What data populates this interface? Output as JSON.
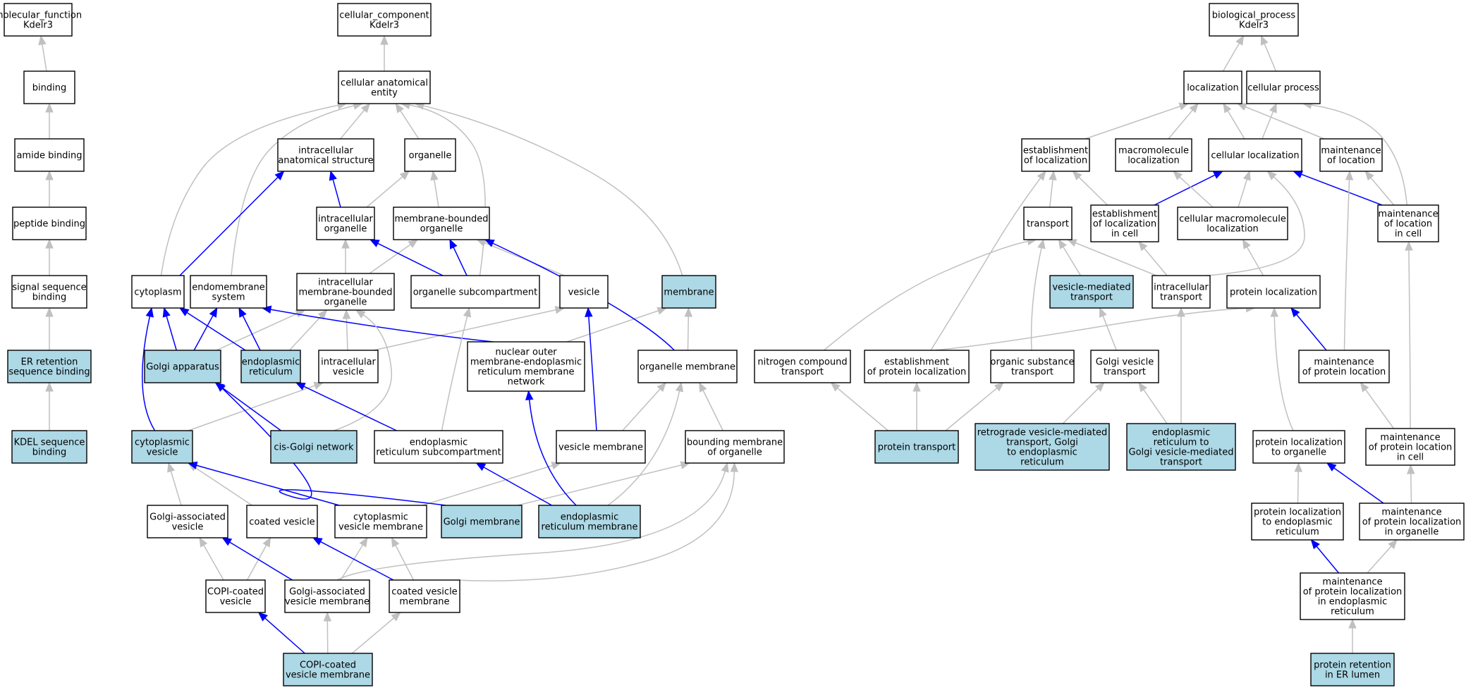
{
  "colors": {
    "node_fill": "#ffffff",
    "highlight_fill": "#add8e6",
    "is_a_edge": "#c0c0c0",
    "part_of_edge": "#0000ff"
  },
  "nodes": [
    {
      "id": "mf_root",
      "lines": [
        "molecular_function",
        "Kdelr3"
      ],
      "highlight": false
    },
    {
      "id": "binding",
      "lines": [
        "binding"
      ],
      "highlight": false
    },
    {
      "id": "amide_binding",
      "lines": [
        "amide binding"
      ],
      "highlight": false
    },
    {
      "id": "peptide_binding",
      "lines": [
        "peptide binding"
      ],
      "highlight": false
    },
    {
      "id": "signal_seq_binding",
      "lines": [
        "signal sequence",
        "binding"
      ],
      "highlight": false
    },
    {
      "id": "er_retention_binding",
      "lines": [
        "ER retention",
        "sequence binding"
      ],
      "highlight": true
    },
    {
      "id": "kdel_binding",
      "lines": [
        "KDEL sequence",
        "binding"
      ],
      "highlight": true
    },
    {
      "id": "cc_root",
      "lines": [
        "cellular_component",
        "Kdelr3"
      ],
      "highlight": false
    },
    {
      "id": "cae",
      "lines": [
        "cellular anatomical",
        "entity"
      ],
      "highlight": false
    },
    {
      "id": "ias",
      "lines": [
        "intracellular",
        "anatomical structure"
      ],
      "highlight": false
    },
    {
      "id": "organelle",
      "lines": [
        "organelle"
      ],
      "highlight": false
    },
    {
      "id": "intra_org",
      "lines": [
        "intracellular",
        "organelle"
      ],
      "highlight": false
    },
    {
      "id": "mbo",
      "lines": [
        "membrane-bounded",
        "organelle"
      ],
      "highlight": false
    },
    {
      "id": "cytoplasm",
      "lines": [
        "cytoplasm"
      ],
      "highlight": false
    },
    {
      "id": "endomem",
      "lines": [
        "endomembrane",
        "system"
      ],
      "highlight": false
    },
    {
      "id": "imbo",
      "lines": [
        "intracellular",
        "membrane-bounded",
        "organelle"
      ],
      "highlight": false
    },
    {
      "id": "org_subcomp",
      "lines": [
        "organelle subcompartment"
      ],
      "highlight": false
    },
    {
      "id": "vesicle",
      "lines": [
        "vesicle"
      ],
      "highlight": false
    },
    {
      "id": "membrane",
      "lines": [
        "membrane"
      ],
      "highlight": true
    },
    {
      "id": "golgi",
      "lines": [
        "Golgi apparatus"
      ],
      "highlight": true
    },
    {
      "id": "er",
      "lines": [
        "endoplasmic",
        "reticulum"
      ],
      "highlight": true
    },
    {
      "id": "intra_ves",
      "lines": [
        "intracellular",
        "vesicle"
      ],
      "highlight": false
    },
    {
      "id": "nuc_outer",
      "lines": [
        "nuclear outer",
        "membrane-endoplasmic",
        "reticulum membrane",
        "network"
      ],
      "highlight": false
    },
    {
      "id": "org_mem",
      "lines": [
        "organelle membrane"
      ],
      "highlight": false
    },
    {
      "id": "cyto_ves",
      "lines": [
        "cytoplasmic",
        "vesicle"
      ],
      "highlight": true
    },
    {
      "id": "cis_golgi",
      "lines": [
        "cis-Golgi network"
      ],
      "highlight": true
    },
    {
      "id": "er_subcomp",
      "lines": [
        "endoplasmic",
        "reticulum subcompartment"
      ],
      "highlight": false
    },
    {
      "id": "ves_mem",
      "lines": [
        "vesicle membrane"
      ],
      "highlight": false
    },
    {
      "id": "bound_mem",
      "lines": [
        "bounding membrane",
        "of organelle"
      ],
      "highlight": false
    },
    {
      "id": "golgi_assoc_ves",
      "lines": [
        "Golgi-associated",
        "vesicle"
      ],
      "highlight": false
    },
    {
      "id": "coated_ves",
      "lines": [
        "coated vesicle"
      ],
      "highlight": false
    },
    {
      "id": "cyto_ves_mem",
      "lines": [
        "cytoplasmic",
        "vesicle membrane"
      ],
      "highlight": false
    },
    {
      "id": "golgi_mem",
      "lines": [
        "Golgi membrane"
      ],
      "highlight": true
    },
    {
      "id": "er_mem",
      "lines": [
        "endoplasmic",
        "reticulum membrane"
      ],
      "highlight": true
    },
    {
      "id": "copi_ves",
      "lines": [
        "COPI-coated",
        "vesicle"
      ],
      "highlight": false
    },
    {
      "id": "golgi_assoc_ves_mem",
      "lines": [
        "Golgi-associated",
        "vesicle membrane"
      ],
      "highlight": false
    },
    {
      "id": "coated_ves_mem",
      "lines": [
        "coated vesicle",
        "membrane"
      ],
      "highlight": false
    },
    {
      "id": "copi_ves_mem",
      "lines": [
        "COPI-coated",
        "vesicle membrane"
      ],
      "highlight": true
    },
    {
      "id": "bp_root",
      "lines": [
        "biological_process",
        "Kdelr3"
      ],
      "highlight": false
    },
    {
      "id": "localization",
      "lines": [
        "localization"
      ],
      "highlight": false
    },
    {
      "id": "cell_proc",
      "lines": [
        "cellular process"
      ],
      "highlight": false
    },
    {
      "id": "est_loc",
      "lines": [
        "establishment",
        "of localization"
      ],
      "highlight": false
    },
    {
      "id": "macro_loc",
      "lines": [
        "macromolecule",
        "localization"
      ],
      "highlight": false
    },
    {
      "id": "cell_loc",
      "lines": [
        "cellular localization"
      ],
      "highlight": false
    },
    {
      "id": "maint_loc",
      "lines": [
        "maintenance",
        "of location"
      ],
      "highlight": false
    },
    {
      "id": "transport",
      "lines": [
        "transport"
      ],
      "highlight": false
    },
    {
      "id": "est_loc_cell",
      "lines": [
        "establishment",
        "of localization",
        "in cell"
      ],
      "highlight": false
    },
    {
      "id": "cell_macro_loc",
      "lines": [
        "cellular macromolecule",
        "localization"
      ],
      "highlight": false
    },
    {
      "id": "maint_loc_cell",
      "lines": [
        "maintenance",
        "of location",
        "in cell"
      ],
      "highlight": false
    },
    {
      "id": "ves_transport",
      "lines": [
        "vesicle-mediated",
        "transport"
      ],
      "highlight": true
    },
    {
      "id": "intra_transport",
      "lines": [
        "intracellular",
        "transport"
      ],
      "highlight": false
    },
    {
      "id": "prot_loc",
      "lines": [
        "protein localization"
      ],
      "highlight": false
    },
    {
      "id": "nitrogen_transport",
      "lines": [
        "nitrogen compound",
        "transport"
      ],
      "highlight": false
    },
    {
      "id": "est_prot_loc",
      "lines": [
        "establishment",
        "of protein localization"
      ],
      "highlight": false
    },
    {
      "id": "org_sub_transport",
      "lines": [
        "organic substance",
        "transport"
      ],
      "highlight": false
    },
    {
      "id": "golgi_ves_transport",
      "lines": [
        "Golgi vesicle",
        "transport"
      ],
      "highlight": false
    },
    {
      "id": "maint_prot_loc",
      "lines": [
        "maintenance",
        "of protein location"
      ],
      "highlight": false
    },
    {
      "id": "prot_transport",
      "lines": [
        "protein transport"
      ],
      "highlight": true
    },
    {
      "id": "retro_transport",
      "lines": [
        "retrograde vesicle-mediated",
        "transport, Golgi",
        "to endoplasmic",
        "reticulum"
      ],
      "highlight": true
    },
    {
      "id": "er_golgi_transport",
      "lines": [
        "endoplasmic",
        "reticulum to",
        "Golgi vesicle-mediated",
        "transport"
      ],
      "highlight": true
    },
    {
      "id": "prot_loc_org",
      "lines": [
        "protein localization",
        "to organelle"
      ],
      "highlight": false
    },
    {
      "id": "maint_prot_loc_cell",
      "lines": [
        "maintenance",
        "of protein location",
        "in cell"
      ],
      "highlight": false
    },
    {
      "id": "prot_loc_er",
      "lines": [
        "protein localization",
        "to endoplasmic",
        "reticulum"
      ],
      "highlight": false
    },
    {
      "id": "maint_prot_loc_org",
      "lines": [
        "maintenance",
        "of protein localization",
        "in organelle"
      ],
      "highlight": false
    },
    {
      "id": "maint_prot_loc_er",
      "lines": [
        "maintenance",
        "of protein localization",
        "in endoplasmic",
        "reticulum"
      ],
      "highlight": false
    },
    {
      "id": "prot_retention_er",
      "lines": [
        "protein retention",
        "in ER lumen"
      ],
      "highlight": true
    }
  ],
  "edges": [
    {
      "from": "binding",
      "to": "mf_root",
      "type": "is_a"
    },
    {
      "from": "amide_binding",
      "to": "binding",
      "type": "is_a"
    },
    {
      "from": "peptide_binding",
      "to": "amide_binding",
      "type": "is_a"
    },
    {
      "from": "signal_seq_binding",
      "to": "peptide_binding",
      "type": "is_a"
    },
    {
      "from": "er_retention_binding",
      "to": "signal_seq_binding",
      "type": "is_a"
    },
    {
      "from": "kdel_binding",
      "to": "er_retention_binding",
      "type": "is_a"
    },
    {
      "from": "cae",
      "to": "cc_root",
      "type": "is_a"
    },
    {
      "from": "ias",
      "to": "cae",
      "type": "is_a"
    },
    {
      "from": "organelle",
      "to": "cae",
      "type": "is_a"
    },
    {
      "from": "cytoplasm",
      "to": "cae",
      "type": "is_a"
    },
    {
      "from": "endomem",
      "to": "cae",
      "type": "is_a"
    },
    {
      "from": "org_subcomp",
      "to": "cae",
      "type": "is_a"
    },
    {
      "from": "membrane",
      "to": "cae",
      "type": "is_a"
    },
    {
      "from": "intra_org",
      "to": "organelle",
      "type": "is_a"
    },
    {
      "from": "intra_org",
      "to": "ias",
      "type": "part_of"
    },
    {
      "from": "mbo",
      "to": "organelle",
      "type": "is_a"
    },
    {
      "from": "cytoplasm",
      "to": "ias",
      "type": "part_of"
    },
    {
      "from": "imbo",
      "to": "intra_org",
      "type": "is_a"
    },
    {
      "from": "imbo",
      "to": "mbo",
      "type": "is_a"
    },
    {
      "from": "org_subcomp",
      "to": "intra_org",
      "type": "part_of"
    },
    {
      "from": "org_subcomp",
      "to": "mbo",
      "type": "part_of"
    },
    {
      "from": "vesicle",
      "to": "mbo",
      "type": "is_a"
    },
    {
      "from": "golgi",
      "to": "cytoplasm",
      "type": "part_of"
    },
    {
      "from": "golgi",
      "to": "endomem",
      "type": "part_of"
    },
    {
      "from": "golgi",
      "to": "imbo",
      "type": "is_a"
    },
    {
      "from": "er",
      "to": "cytoplasm",
      "type": "part_of"
    },
    {
      "from": "er",
      "to": "endomem",
      "type": "part_of"
    },
    {
      "from": "er",
      "to": "imbo",
      "type": "is_a"
    },
    {
      "from": "intra_ves",
      "to": "imbo",
      "type": "is_a"
    },
    {
      "from": "intra_ves",
      "to": "vesicle",
      "type": "is_a"
    },
    {
      "from": "nuc_outer",
      "to": "endomem",
      "type": "part_of"
    },
    {
      "from": "nuc_outer",
      "to": "membrane",
      "type": "is_a"
    },
    {
      "from": "org_mem",
      "to": "membrane",
      "type": "is_a"
    },
    {
      "from": "org_mem",
      "to": "mbo",
      "type": "part_of"
    },
    {
      "from": "cyto_ves",
      "to": "cytoplasm",
      "type": "part_of"
    },
    {
      "from": "cyto_ves",
      "to": "intra_ves",
      "type": "is_a"
    },
    {
      "from": "cis_golgi",
      "to": "golgi",
      "type": "part_of"
    },
    {
      "from": "cis_golgi",
      "to": "imbo",
      "type": "is_a"
    },
    {
      "from": "er_subcomp",
      "to": "er",
      "type": "part_of"
    },
    {
      "from": "er_subcomp",
      "to": "org_subcomp",
      "type": "is_a"
    },
    {
      "from": "ves_mem",
      "to": "vesicle",
      "type": "part_of"
    },
    {
      "from": "ves_mem",
      "to": "org_mem",
      "type": "is_a"
    },
    {
      "from": "bound_mem",
      "to": "org_mem",
      "type": "is_a"
    },
    {
      "from": "golgi_assoc_ves",
      "to": "cyto_ves",
      "type": "is_a"
    },
    {
      "from": "coated_ves",
      "to": "cyto_ves",
      "type": "is_a"
    },
    {
      "from": "cyto_ves_mem",
      "to": "cyto_ves",
      "type": "part_of"
    },
    {
      "from": "cyto_ves_mem",
      "to": "ves_mem",
      "type": "is_a"
    },
    {
      "from": "golgi_mem",
      "to": "golgi",
      "type": "part_of"
    },
    {
      "from": "golgi_mem",
      "to": "bound_mem",
      "type": "is_a"
    },
    {
      "from": "er_mem",
      "to": "er_subcomp",
      "type": "part_of"
    },
    {
      "from": "er_mem",
      "to": "nuc_outer",
      "type": "part_of"
    },
    {
      "from": "er_mem",
      "to": "org_mem",
      "type": "is_a"
    },
    {
      "from": "copi_ves",
      "to": "golgi_assoc_ves",
      "type": "is_a"
    },
    {
      "from": "copi_ves",
      "to": "coated_ves",
      "type": "is_a"
    },
    {
      "from": "golgi_assoc_ves_mem",
      "to": "golgi_assoc_ves",
      "type": "part_of"
    },
    {
      "from": "golgi_assoc_ves_mem",
      "to": "cyto_ves_mem",
      "type": "is_a"
    },
    {
      "from": "golgi_assoc_ves_mem",
      "to": "bound_mem",
      "type": "is_a"
    },
    {
      "from": "coated_ves_mem",
      "to": "coated_ves",
      "type": "part_of"
    },
    {
      "from": "coated_ves_mem",
      "to": "cyto_ves_mem",
      "type": "is_a"
    },
    {
      "from": "coated_ves_mem",
      "to": "bound_mem",
      "type": "is_a"
    },
    {
      "from": "copi_ves_mem",
      "to": "copi_ves",
      "type": "part_of"
    },
    {
      "from": "copi_ves_mem",
      "to": "golgi_assoc_ves_mem",
      "type": "is_a"
    },
    {
      "from": "copi_ves_mem",
      "to": "coated_ves_mem",
      "type": "is_a"
    },
    {
      "from": "localization",
      "to": "bp_root",
      "type": "is_a"
    },
    {
      "from": "cell_proc",
      "to": "bp_root",
      "type": "is_a"
    },
    {
      "from": "est_loc",
      "to": "localization",
      "type": "is_a"
    },
    {
      "from": "macro_loc",
      "to": "localization",
      "type": "is_a"
    },
    {
      "from": "cell_loc",
      "to": "localization",
      "type": "is_a"
    },
    {
      "from": "cell_loc",
      "to": "cell_proc",
      "type": "is_a"
    },
    {
      "from": "maint_loc",
      "to": "localization",
      "type": "is_a"
    },
    {
      "from": "transport",
      "to": "est_loc",
      "type": "is_a"
    },
    {
      "from": "est_loc_cell",
      "to": "est_loc",
      "type": "is_a"
    },
    {
      "from": "est_loc_cell",
      "to": "cell_loc",
      "type": "part_of"
    },
    {
      "from": "cell_macro_loc",
      "to": "macro_loc",
      "type": "is_a"
    },
    {
      "from": "cell_macro_loc",
      "to": "cell_loc",
      "type": "is_a"
    },
    {
      "from": "maint_loc_cell",
      "to": "maint_loc",
      "type": "is_a"
    },
    {
      "from": "maint_loc_cell",
      "to": "cell_loc",
      "type": "part_of"
    },
    {
      "from": "maint_loc_cell",
      "to": "cell_proc",
      "type": "is_a"
    },
    {
      "from": "ves_transport",
      "to": "transport",
      "type": "is_a"
    },
    {
      "from": "intra_transport",
      "to": "transport",
      "type": "is_a"
    },
    {
      "from": "intra_transport",
      "to": "est_loc_cell",
      "type": "is_a"
    },
    {
      "from": "intra_transport",
      "to": "cell_loc",
      "type": "is_a"
    },
    {
      "from": "prot_loc",
      "to": "cell_macro_loc",
      "type": "is_a"
    },
    {
      "from": "nitrogen_transport",
      "to": "transport",
      "type": "is_a"
    },
    {
      "from": "est_prot_loc",
      "to": "est_loc",
      "type": "is_a"
    },
    {
      "from": "est_prot_loc",
      "to": "prot_loc",
      "type": "is_a"
    },
    {
      "from": "org_sub_transport",
      "to": "transport",
      "type": "is_a"
    },
    {
      "from": "golgi_ves_transport",
      "to": "ves_transport",
      "type": "is_a"
    },
    {
      "from": "maint_prot_loc",
      "to": "maint_loc",
      "type": "is_a"
    },
    {
      "from": "maint_prot_loc",
      "to": "prot_loc",
      "type": "part_of"
    },
    {
      "from": "prot_transport",
      "to": "nitrogen_transport",
      "type": "is_a"
    },
    {
      "from": "prot_transport",
      "to": "est_prot_loc",
      "type": "is_a"
    },
    {
      "from": "prot_transport",
      "to": "org_sub_transport",
      "type": "is_a"
    },
    {
      "from": "retro_transport",
      "to": "golgi_ves_transport",
      "type": "is_a"
    },
    {
      "from": "er_golgi_transport",
      "to": "golgi_ves_transport",
      "type": "is_a"
    },
    {
      "from": "er_golgi_transport",
      "to": "intra_transport",
      "type": "is_a"
    },
    {
      "from": "prot_loc_org",
      "to": "prot_loc",
      "type": "is_a"
    },
    {
      "from": "maint_prot_loc_cell",
      "to": "maint_prot_loc",
      "type": "is_a"
    },
    {
      "from": "maint_prot_loc_cell",
      "to": "maint_loc_cell",
      "type": "is_a"
    },
    {
      "from": "prot_loc_er",
      "to": "prot_loc_org",
      "type": "is_a"
    },
    {
      "from": "maint_prot_loc_org",
      "to": "prot_loc_org",
      "type": "part_of"
    },
    {
      "from": "maint_prot_loc_org",
      "to": "maint_prot_loc_cell",
      "type": "is_a"
    },
    {
      "from": "maint_prot_loc_er",
      "to": "prot_loc_er",
      "type": "part_of"
    },
    {
      "from": "maint_prot_loc_er",
      "to": "maint_prot_loc_org",
      "type": "is_a"
    },
    {
      "from": "prot_retention_er",
      "to": "maint_prot_loc_er",
      "type": "is_a"
    }
  ]
}
